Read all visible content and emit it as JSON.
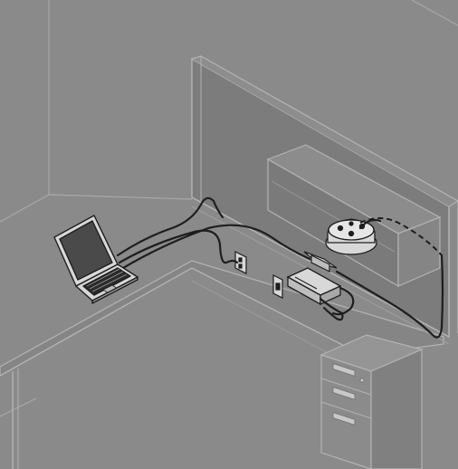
{
  "scene": {
    "colors": {
      "background": "#8a8a8a",
      "line": "#1e1e1e",
      "edge_light": "#b4b4b4",
      "room_line": "#a9a9a9",
      "panel_shade": "#7c7c7c",
      "desk_shade": "#858585",
      "surface_light": "#d8d8d8"
    },
    "items": [
      "laptop",
      "cables",
      "wall-outlet",
      "wall-switch",
      "desk-power-module",
      "speakerphone",
      "overhead-cabinet",
      "cubicle-panel",
      "desk",
      "file-pedestal"
    ]
  }
}
